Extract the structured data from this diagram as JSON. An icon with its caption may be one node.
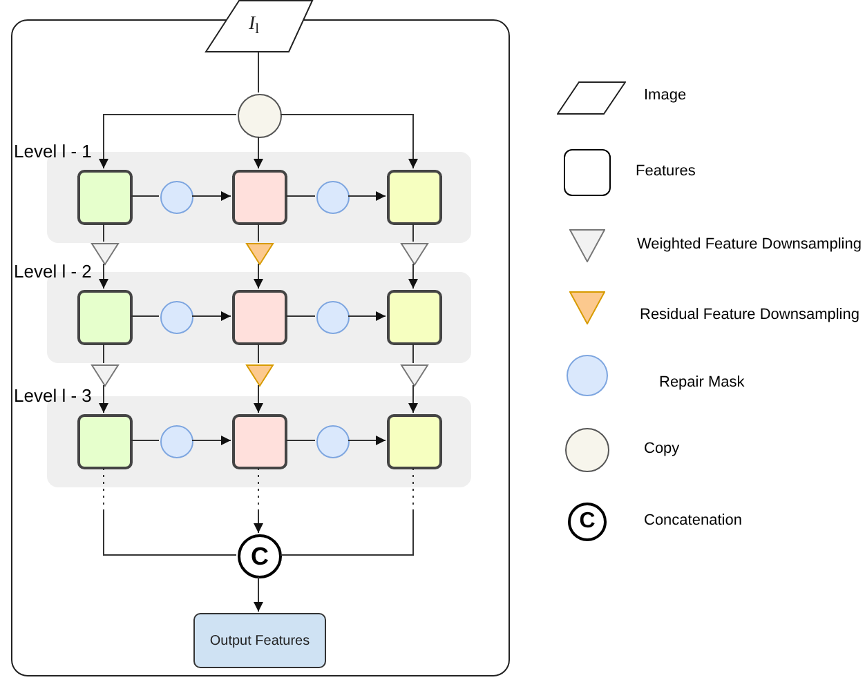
{
  "diagram": {
    "nodes": [
      {
        "text": [],
        "shape": "box"
      },
      {
        "text": [
          "*I*$_{l}$"
        ]
      },
      {
        "text": [],
        "shape": "circle",
        "in": 0
      },
      {
        "text": [
          "Level l - 1"
        ],
        "in": 0
      },
      {
        "text": [],
        "shape": "box",
        "in": 3
      },
      {
        "text": [],
        "shape": "box",
        "in": 3
      },
      {
        "text": [],
        "shape": "box",
        "in": 3
      },
      {
        "text": [],
        "shape": "circle",
        "in": 3
      },
      {
        "text": [],
        "shape": "circle",
        "in": 3
      },
      {
        "text": [],
        "shape": "triangle",
        "in": 0
      },
      {
        "text": [],
        "shape": "triangle",
        "in": 0
      },
      {
        "text": [],
        "shape": "triangle",
        "in": 0
      },
      {
        "text": [
          "Level l - 2"
        ],
        "in": 0
      },
      {
        "text": [],
        "shape": "box",
        "in": 12
      },
      {
        "text": [],
        "shape": "box",
        "in": 12
      },
      {
        "text": [],
        "shape": "box",
        "in": 12
      },
      {
        "text": [],
        "shape": "circle",
        "in": 12
      },
      {
        "text": [],
        "shape": "circle",
        "in": 12
      },
      {
        "text": [],
        "shape": "triangle",
        "in": 0
      },
      {
        "text": [],
        "shape": "triangle",
        "in": 0
      },
      {
        "text": [],
        "shape": "triangle",
        "in": 0
      },
      {
        "text": [
          "Level l - 3"
        ],
        "in": 0
      },
      {
        "text": [],
        "shape": "box",
        "in": 21
      },
      {
        "text": [],
        "shape": "box",
        "in": 21
      },
      {
        "text": [],
        "shape": "box",
        "in": 21
      },
      {
        "text": [],
        "shape": "circle",
        "in": 21
      },
      {
        "text": [],
        "shape": "circle",
        "in": 21
      },
      {
        "text": [
          "C"
        ],
        "in": 0
      },
      {
        "text": [
          "Output Features"
        ],
        "in": 0
      }
    ],
    "edges": [
      {
        "from": 1,
        "to": 2,
        "arrow": "none"
      },
      {
        "from": 2,
        "to": 4,
        "arrow": "to"
      },
      {
        "from": 2,
        "to": 5,
        "arrow": "to"
      },
      {
        "from": 2,
        "to": 6,
        "arrow": "to"
      },
      {
        "from": 4,
        "to": 7,
        "arrow": "none"
      },
      {
        "from": 7,
        "to": 5,
        "arrow": "to"
      },
      {
        "from": 5,
        "to": 8,
        "arrow": "none"
      },
      {
        "from": 8,
        "to": 6,
        "arrow": "to"
      },
      {
        "from": 4,
        "to": 9,
        "arrow": "none"
      },
      {
        "from": 9,
        "to": 13,
        "arrow": "to"
      },
      {
        "from": 5,
        "to": 10,
        "arrow": "none"
      },
      {
        "from": 10,
        "to": 14,
        "arrow": "to"
      },
      {
        "from": 6,
        "to": 11,
        "arrow": "none"
      },
      {
        "from": 11,
        "to": 15,
        "arrow": "to"
      },
      {
        "from": 13,
        "to": 16,
        "arrow": "none"
      },
      {
        "from": 16,
        "to": 14,
        "arrow": "to"
      },
      {
        "from": 14,
        "to": 17,
        "arrow": "none"
      },
      {
        "from": 17,
        "to": 15,
        "arrow": "to"
      },
      {
        "from": 13,
        "to": 18,
        "arrow": "none"
      },
      {
        "from": 18,
        "to": 22,
        "arrow": "to"
      },
      {
        "from": 14,
        "to": 19,
        "arrow": "none"
      },
      {
        "from": 19,
        "to": 23,
        "arrow": "to"
      },
      {
        "from": 15,
        "to": 20,
        "arrow": "none"
      },
      {
        "from": 20,
        "to": 24,
        "arrow": "to"
      },
      {
        "from": 22,
        "to": 25,
        "arrow": "none"
      },
      {
        "from": 25,
        "to": 23,
        "arrow": "to"
      },
      {
        "from": 23,
        "to": 26,
        "arrow": "none"
      },
      {
        "from": 26,
        "to": 24,
        "arrow": "to"
      },
      {
        "from": 22,
        "to": 27,
        "arrow": "none",
        "style": "dashed"
      },
      {
        "from": 23,
        "to": 27,
        "arrow": "to",
        "style": "dashed"
      },
      {
        "from": 24,
        "to": 27,
        "arrow": "none",
        "style": "dashed"
      },
      {
        "from": 27,
        "to": 28,
        "arrow": "to"
      }
    ],
    "labels": [
      "C"
    ],
    "legend": [
      {
        "text": "Image"
      },
      {
        "text": "Features"
      },
      {
        "text": "Weighted Feature Downsampling"
      },
      {
        "text": "Residual Feature Downsampling"
      },
      {
        "text": "Repair Mask"
      },
      {
        "text": "Copy"
      },
      {
        "text": "Concatenation"
      }
    ]
  }
}
